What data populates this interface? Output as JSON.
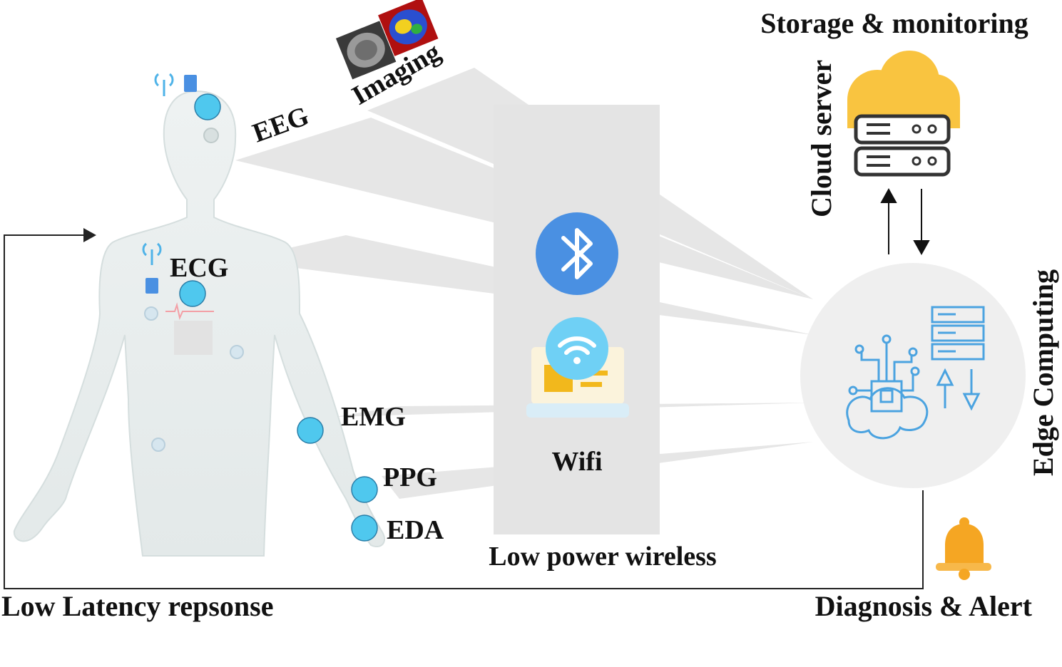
{
  "title": "Storage & monitoring",
  "sensors": [
    "EEG",
    "ECG",
    "EMG",
    "PPG",
    "EDA"
  ],
  "imaging_label": "Imaging",
  "wireless": {
    "wifi_label": "Wifi",
    "caption": "Low power wireless"
  },
  "cloud_label": "Cloud server",
  "edge_label": "Edge Computing",
  "diagnosis_label": "Diagnosis & Alert",
  "latency_label": "Low Latency repsonse",
  "colors": {
    "sensor_dot": "#4fc8ee",
    "bluetooth": "#4a90e2",
    "cloud": "#f9c440",
    "bell": "#f5a623",
    "panel": "#e4e4e4",
    "edge_circle": "#efefef"
  },
  "icons": [
    "bluetooth-icon",
    "wifi-icon",
    "laptop-icon",
    "cloud-icon",
    "server-icon",
    "chip-icon",
    "bell-icon",
    "antenna-icon",
    "brain-scan-icon"
  ]
}
